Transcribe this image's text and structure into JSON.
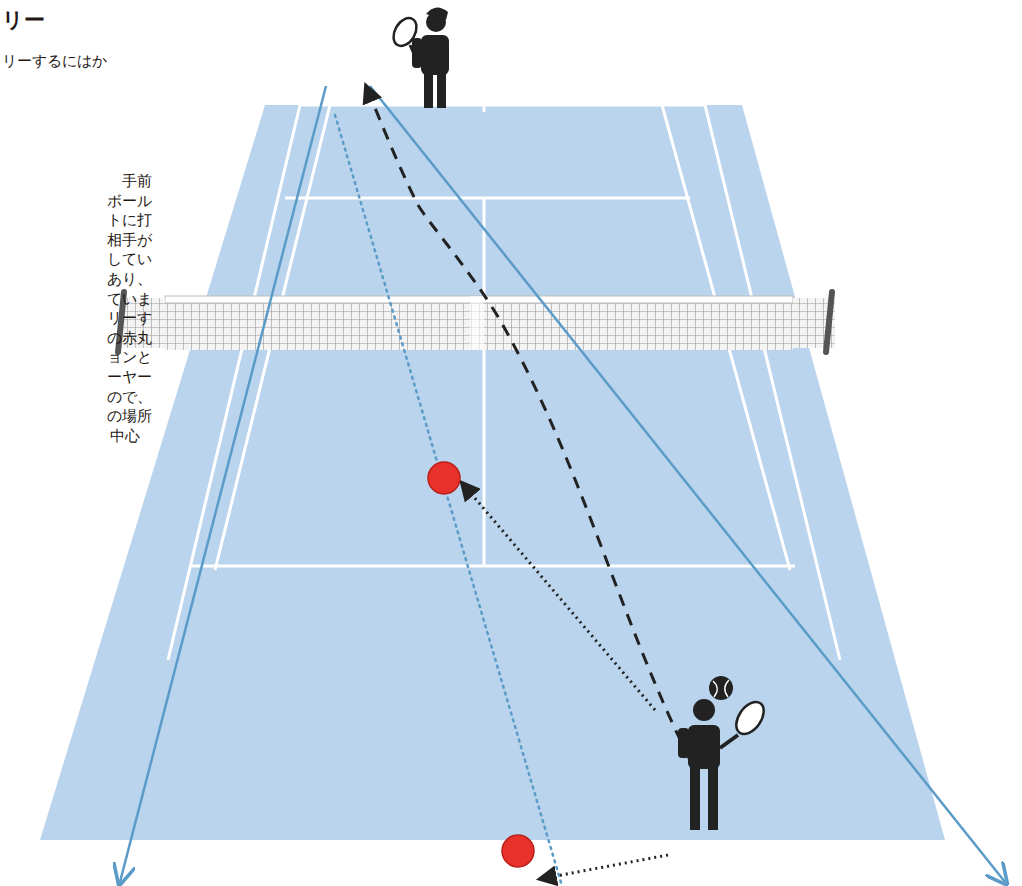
{
  "diagram": {
    "title": "リー",
    "labels": [
      "リーするにはか",
      "手前",
      "ボール",
      "トに打",
      "相手が",
      "してい",
      "あり、",
      "ていま",
      "リーす",
      "の赤丸",
      "ョンと",
      "ーヤー",
      "ので、",
      "の場所",
      "中心"
    ]
  }
}
